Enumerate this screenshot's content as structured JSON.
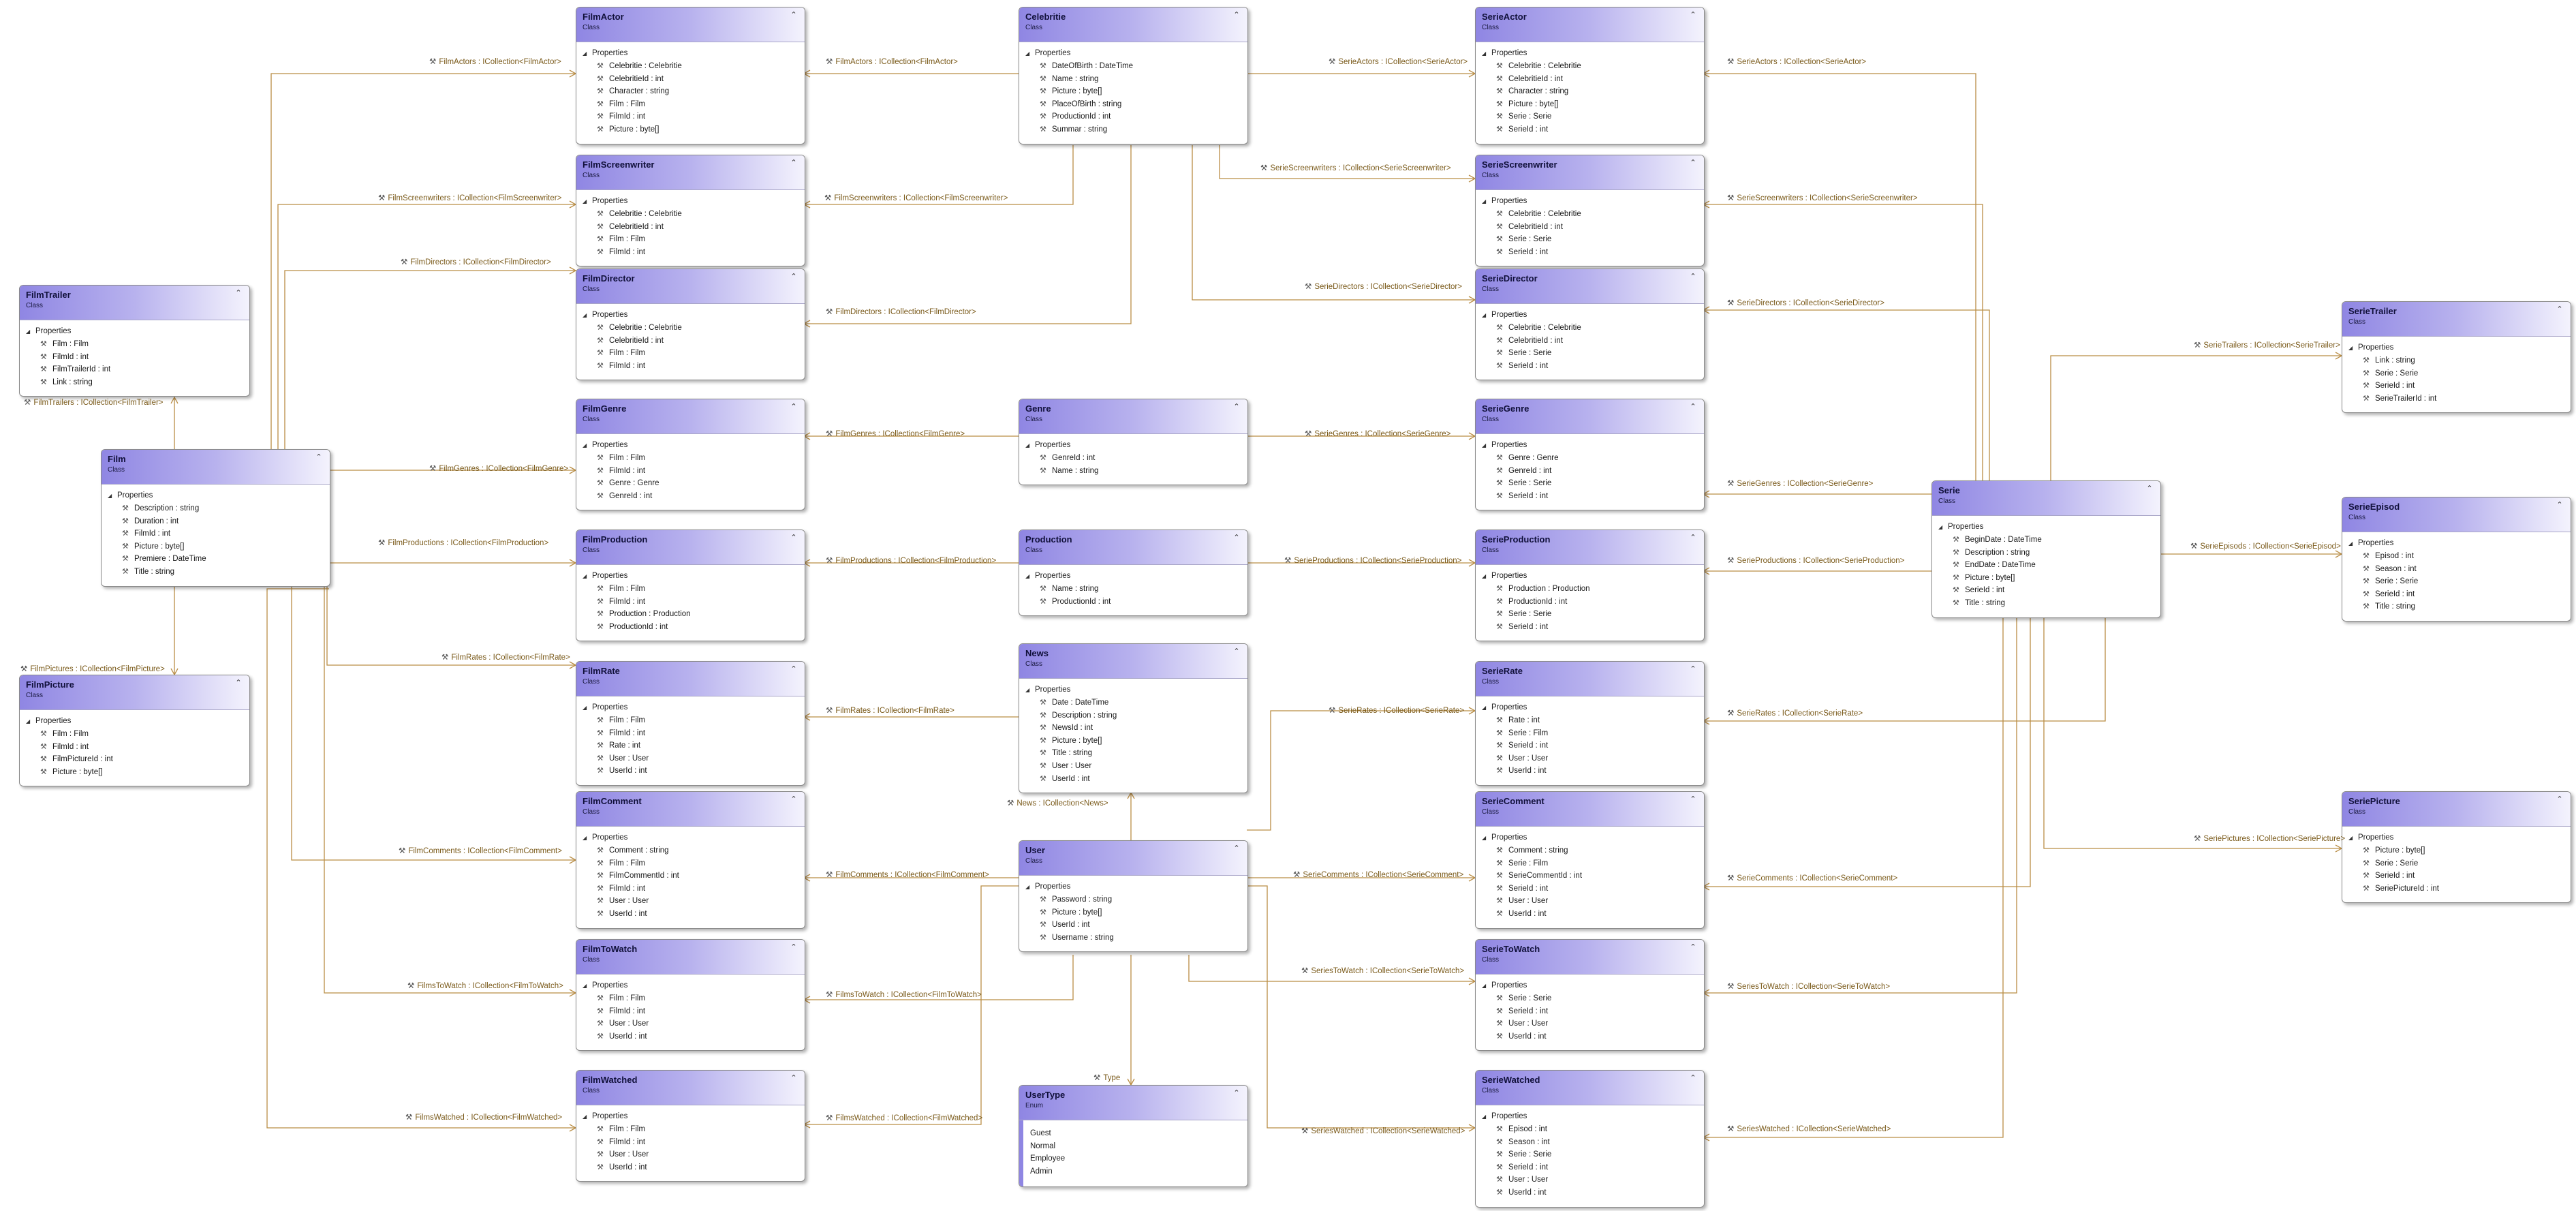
{
  "colors": {
    "header_start": "#8f86e3",
    "header_end": "#f4f3fd",
    "connector": "#b98d45",
    "label": "#7a5a1a"
  },
  "section_label": "Properties",
  "classes": [
    {
      "name": "FilmActor",
      "kind": "Class",
      "members": [
        "Celebritie : Celebritie",
        "CelebritieId : int",
        "Character : string",
        "Film : Film",
        "FilmId : int",
        "Picture : byte[]"
      ]
    },
    {
      "name": "Celebritie",
      "kind": "Class",
      "members": [
        "DateOfBirth : DateTime",
        "Name : string",
        "Picture : byte[]",
        "PlaceOfBirth : string",
        "ProductionId : int",
        "Summar : string"
      ]
    },
    {
      "name": "SerieActor",
      "kind": "Class",
      "members": [
        "Celebritie : Celebritie",
        "CelebritieId : int",
        "Character : string",
        "Picture : byte[]",
        "Serie : Serie",
        "SerieId : int"
      ]
    },
    {
      "name": "FilmScreenwriter",
      "kind": "Class",
      "members": [
        "Celebritie : Celebritie",
        "CelebritieId : int",
        "Film : Film",
        "FilmId : int"
      ]
    },
    {
      "name": "SerieScreenwriter",
      "kind": "Class",
      "members": [
        "Celebritie : Celebritie",
        "CelebritieId : int",
        "Serie : Serie",
        "SerieId : int"
      ]
    },
    {
      "name": "FilmTrailer",
      "kind": "Class",
      "members": [
        "Film : Film",
        "FilmId : int",
        "FilmTrailerId : int",
        "Link : string"
      ]
    },
    {
      "name": "FilmDirector",
      "kind": "Class",
      "members": [
        "Celebritie : Celebritie",
        "CelebritieId : int",
        "Film : Film",
        "FilmId : int"
      ]
    },
    {
      "name": "SerieDirector",
      "kind": "Class",
      "members": [
        "Celebritie : Celebritie",
        "CelebritieId : int",
        "Serie : Serie",
        "SerieId : int"
      ]
    },
    {
      "name": "SerieTrailer",
      "kind": "Class",
      "members": [
        "Link : string",
        "Serie : Serie",
        "SerieId : int",
        "SerieTrailerId : int"
      ]
    },
    {
      "name": "FilmGenre",
      "kind": "Class",
      "members": [
        "Film : Film",
        "FilmId : int",
        "Genre : Genre",
        "GenreId : int"
      ]
    },
    {
      "name": "Genre",
      "kind": "Class",
      "members": [
        "GenreId : int",
        "Name : string"
      ]
    },
    {
      "name": "SerieGenre",
      "kind": "Class",
      "members": [
        "Genre : Genre",
        "GenreId : int",
        "Serie : Serie",
        "SerieId : int"
      ]
    },
    {
      "name": "Film",
      "kind": "Class",
      "members": [
        "Description : string",
        "Duration : int",
        "FilmId : int",
        "Picture : byte[]",
        "Premiere : DateTime",
        "Title : string"
      ]
    },
    {
      "name": "Serie",
      "kind": "Class",
      "members": [
        "BeginDate : DateTime",
        "Description : string",
        "EndDate : DateTime",
        "Picture : byte[]",
        "SerieId : int",
        "Title : string"
      ]
    },
    {
      "name": "FilmProduction",
      "kind": "Class",
      "members": [
        "Film : Film",
        "FilmId : int",
        "Production : Production",
        "ProductionId : int"
      ]
    },
    {
      "name": "Production",
      "kind": "Class",
      "members": [
        "Name : string",
        "ProductionId : int"
      ]
    },
    {
      "name": "SerieProduction",
      "kind": "Class",
      "members": [
        "Production : Production",
        "ProductionId : int",
        "Serie : Serie",
        "SerieId : int"
      ]
    },
    {
      "name": "SerieEpisod",
      "kind": "Class",
      "members": [
        "Episod : int",
        "Season : int",
        "Serie : Serie",
        "SerieId : int",
        "Title : string"
      ]
    },
    {
      "name": "FilmPicture",
      "kind": "Class",
      "members": [
        "Film : Film",
        "FilmId : int",
        "FilmPictureId : int",
        "Picture : byte[]"
      ]
    },
    {
      "name": "FilmRate",
      "kind": "Class",
      "members": [
        "Film : Film",
        "FilmId : int",
        "Rate : int",
        "User : User",
        "UserId : int"
      ]
    },
    {
      "name": "News",
      "kind": "Class",
      "members": [
        "Date : DateTime",
        "Description : string",
        "NewsId : int",
        "Picture : byte[]",
        "Title : string",
        "User : User",
        "UserId : int"
      ]
    },
    {
      "name": "SerieRate",
      "kind": "Class",
      "members": [
        "Rate : int",
        "Serie : Film",
        "SerieId : int",
        "User : User",
        "UserId : int"
      ]
    },
    {
      "name": "FilmComment",
      "kind": "Class",
      "members": [
        "Comment : string",
        "Film : Film",
        "FilmCommentId : int",
        "FilmId : int",
        "User : User",
        "UserId : int"
      ]
    },
    {
      "name": "User",
      "kind": "Class",
      "members": [
        "Password : string",
        "Picture : byte[]",
        "UserId : int",
        "Username : string"
      ]
    },
    {
      "name": "SerieComment",
      "kind": "Class",
      "members": [
        "Comment : string",
        "Serie : Film",
        "SerieCommentId : int",
        "SerieId : int",
        "User : User",
        "UserId : int"
      ]
    },
    {
      "name": "SeriePicture",
      "kind": "Class",
      "members": [
        "Picture : byte[]",
        "Serie : Serie",
        "SerieId : int",
        "SeriePictureId : int"
      ]
    },
    {
      "name": "FilmToWatch",
      "kind": "Class",
      "members": [
        "Film : Film",
        "FilmId : int",
        "User : User",
        "UserId : int"
      ]
    },
    {
      "name": "SerieToWatch",
      "kind": "Class",
      "members": [
        "Serie : Serie",
        "SerieId : int",
        "User : User",
        "UserId : int"
      ]
    },
    {
      "name": "FilmWatched",
      "kind": "Class",
      "members": [
        "Film : Film",
        "FilmId : int",
        "User : User",
        "UserId : int"
      ]
    },
    {
      "name": "UserType",
      "kind": "Enum",
      "members": [
        "Guest",
        "Normal",
        "Employee",
        "Admin"
      ]
    },
    {
      "name": "SerieWatched",
      "kind": "Class",
      "members": [
        "Episod : int",
        "Season : int",
        "Serie : Serie",
        "SerieId : int",
        "User : User",
        "UserId : int"
      ]
    }
  ],
  "associations": [
    "FilmActors : ICollection<FilmActor>",
    "FilmActors : ICollection<FilmActor>",
    "SerieActors : ICollection<SerieActor>",
    "SerieActors : ICollection<SerieActor>",
    "SerieScreenwriters : ICollection<SerieScreenwriter>",
    "FilmScreenwriters : ICollection<FilmScreenwriter>",
    "FilmScreenwriters : ICollection<FilmScreenwriter>",
    "SerieScreenwriters : ICollection<SerieScreenwriter>",
    "FilmDirectors : ICollection<FilmDirector>",
    "SerieDirectors : ICollection<SerieDirector>",
    "SerieDirectors : ICollection<SerieDirector>",
    "FilmDirectors : ICollection<FilmDirector>",
    "SerieTrailers : ICollection<SerieTrailer>",
    "FilmTrailers : ICollection<FilmTrailer>",
    "FilmGenres : ICollection<FilmGenre>",
    "SerieGenres : ICollection<SerieGenre>",
    "FilmGenres : ICollection<FilmGenre>",
    "SerieGenres : ICollection<SerieGenre>",
    "FilmProductions : ICollection<FilmProduction>",
    "FilmProductions : ICollection<FilmProduction>",
    "SerieProductions : ICollection<SerieProduction>",
    "SerieProductions : ICollection<SerieProduction>",
    "SerieEpisods : ICollection<SerieEpisod>",
    "FilmPictures : ICollection<FilmPicture>",
    "FilmRates : ICollection<FilmRate>",
    "FilmRates : ICollection<FilmRate>",
    "SerieRates : ICollection<SerieRate>",
    "SerieRates : ICollection<SerieRate>",
    "News : ICollection<News>",
    "FilmComments : ICollection<FilmComment>",
    "FilmComments : ICollection<FilmComment>",
    "SerieComments : ICollection<SerieComment>",
    "SerieComments : ICollection<SerieComment>",
    "SeriePictures : ICollection<SeriePicture>",
    "FilmsToWatch : ICollection<FilmToWatch>",
    "FilmsToWatch : ICollection<FilmToWatch>",
    "SeriesToWatch : ICollection<SerieToWatch>",
    "SeriesToWatch : ICollection<SerieToWatch>",
    "Type",
    "FilmsWatched : ICollection<FilmWatched>",
    "FilmsWatched : ICollection<FilmWatched>",
    "SeriesWatched : ICollection<SerieWatched>",
    "SeriesWatched : ICollection<SerieWatched>"
  ]
}
